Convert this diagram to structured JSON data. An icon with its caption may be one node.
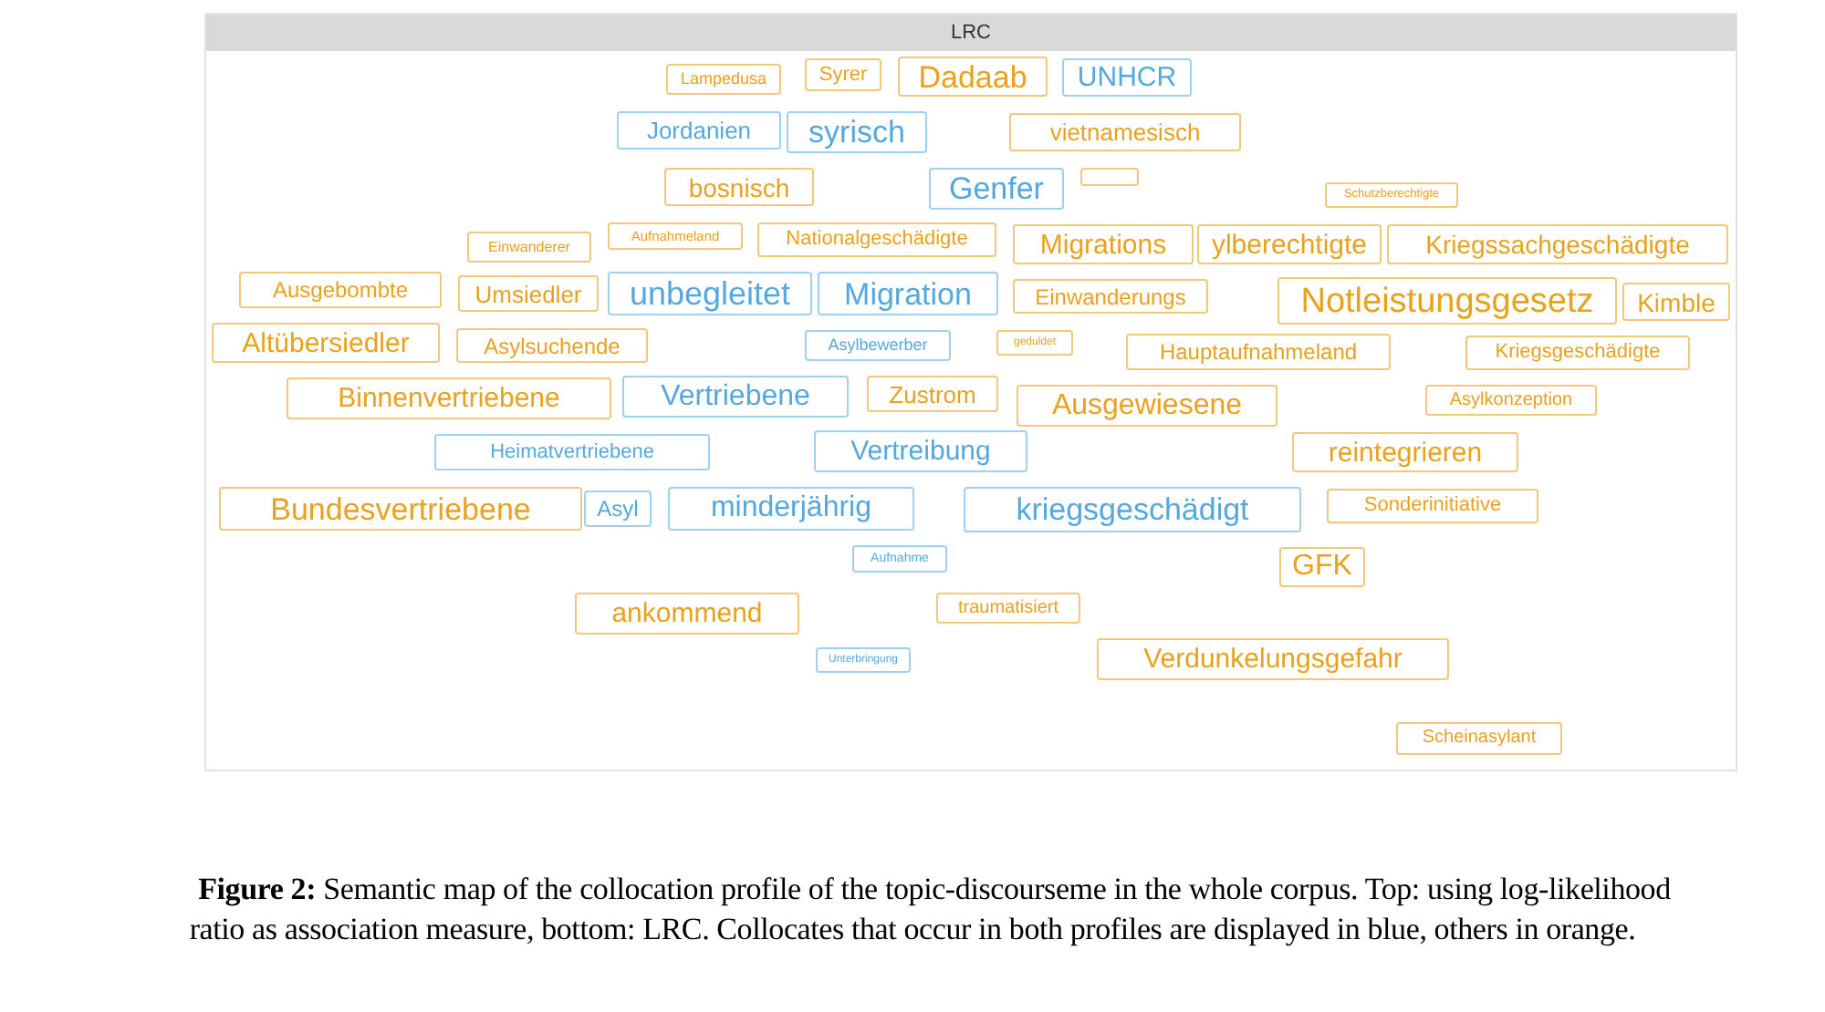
{
  "diagram": {
    "caption": "**Figure 2:** Semantic map of the collocation profile of the topic-discourseme in the whole corpus. Top: using log-likelihood ratio as association measure, bottom: LRC. Collocates that occur in both profiles are displayed in blue, others in orange.",
    "nodes": [
      {
        "text": [
          "LRC"
        ]
      },
      {
        "text": [
          "Lampedusa"
        ],
        "in": 0
      },
      {
        "text": [
          "Syrer"
        ],
        "in": 0
      },
      {
        "text": [
          "Dadaab"
        ],
        "in": 0
      },
      {
        "text": [
          "UNHCR"
        ],
        "in": 0
      },
      {
        "text": [
          "Jordanien"
        ],
        "in": 0
      },
      {
        "text": [
          "syrisch"
        ],
        "in": 0
      },
      {
        "text": [
          "vietnamesisch"
        ],
        "in": 0
      },
      {
        "text": [
          "bosnisch"
        ],
        "in": 0
      },
      {
        "text": [
          "Genfer"
        ],
        "in": 0
      },
      {
        "text": [],
        "shape": "box",
        "in": 0
      },
      {
        "text": [
          "Schutzberechtigte"
        ],
        "in": 0
      },
      {
        "text": [
          "Einwanderer"
        ],
        "in": 0
      },
      {
        "text": [
          "Aufnahmeland"
        ],
        "in": 0
      },
      {
        "text": [
          "Nationalgeschädigte"
        ],
        "in": 0
      },
      {
        "text": [
          "Migrations"
        ],
        "in": 0
      },
      {
        "text": [
          "ylberechtigte"
        ],
        "in": 0
      },
      {
        "text": [
          "Kriegssachgeschädigte"
        ],
        "in": 0
      },
      {
        "text": [
          "Ausgebombte"
        ],
        "in": 0
      },
      {
        "text": [
          "Umsiedler"
        ],
        "in": 0
      },
      {
        "text": [
          "unbegleitet"
        ],
        "in": 0
      },
      {
        "text": [
          "Migration"
        ],
        "in": 0
      },
      {
        "text": [
          "Einwanderungs"
        ],
        "in": 0
      },
      {
        "text": [
          "Notleistungsgesetz"
        ],
        "in": 0
      },
      {
        "text": [
          "Kimble"
        ],
        "in": 0
      },
      {
        "text": [
          "Altübersiedler"
        ],
        "in": 0
      },
      {
        "text": [
          "Asylsuchende"
        ],
        "in": 0
      },
      {
        "text": [
          "Asylbewerber"
        ],
        "in": 0
      },
      {
        "text": [
          "geduldet"
        ],
        "in": 0
      },
      {
        "text": [
          "Hauptaufnahmeland"
        ],
        "in": 0
      },
      {
        "text": [
          "Kriegsgeschädigte"
        ],
        "in": 0
      },
      {
        "text": [
          "Binnenvertriebene"
        ],
        "in": 0
      },
      {
        "text": [
          "Vertriebene"
        ],
        "in": 0
      },
      {
        "text": [
          "Zustrom"
        ],
        "in": 0
      },
      {
        "text": [
          "Ausgewiesene"
        ],
        "in": 0
      },
      {
        "text": [
          "Asylkonzeption"
        ],
        "in": 0
      },
      {
        "text": [
          "Heimatvertriebene"
        ],
        "in": 0
      },
      {
        "text": [
          "Vertreibung"
        ],
        "in": 0
      },
      {
        "text": [
          "reintegrieren"
        ],
        "in": 0
      },
      {
        "text": [
          "Bundesvertriebene"
        ],
        "in": 0
      },
      {
        "text": [
          "Asyl"
        ],
        "in": 0
      },
      {
        "text": [
          "minderjährig"
        ],
        "in": 0
      },
      {
        "text": [
          "kriegsgeschädigt"
        ],
        "in": 0
      },
      {
        "text": [
          "Sonderinitiative"
        ],
        "in": 0
      },
      {
        "text": [
          "Aufnahme"
        ],
        "in": 0
      },
      {
        "text": [
          "GFK"
        ],
        "in": 0
      },
      {
        "text": [
          "ankommend"
        ],
        "in": 0
      },
      {
        "text": [
          "traumatisiert"
        ],
        "in": 0
      },
      {
        "text": [
          "Unterbringung"
        ],
        "in": 0
      },
      {
        "text": [
          "Verdunkelungsgefahr"
        ],
        "in": 0
      },
      {
        "text": [
          "Scheinasylant"
        ],
        "in": 0
      }
    ]
  }
}
